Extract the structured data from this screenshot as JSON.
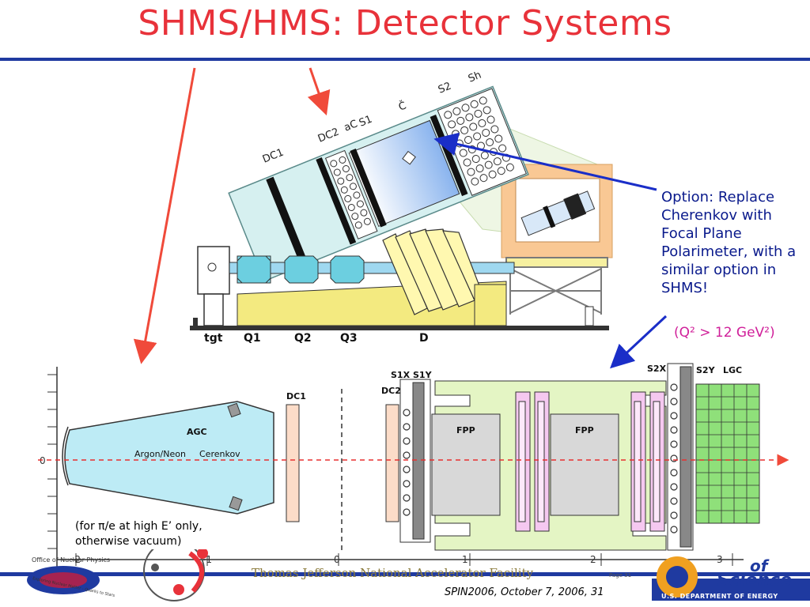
{
  "title": "SHMS/HMS: Detector Systems",
  "top_labels": {
    "dc1": "DC1",
    "dc2": "DC2",
    "ac": "aC",
    "s1": "S1",
    "c": "Č",
    "s2": "S2",
    "sh": "Sh",
    "tgt": "tgt",
    "q1": "Q1",
    "q2": "Q2",
    "q3": "Q3",
    "d": "D"
  },
  "option_note": "Option: Replace Cherenkov with Focal Plane Polarimeter, with a similar option in SHMS!",
  "q2_note": "(Q² > 12 GeV²)",
  "bottom_labels": {
    "dc1": "DC1",
    "agc": "AGC",
    "argon_neon": "Argon/Neon",
    "cerenkov": "Cerenkov",
    "s1x": "S1X",
    "s1y": "S1Y",
    "dc2": "DC2",
    "fpp1": "FPP",
    "fpp2": "FPP",
    "s2x": "S2X",
    "s2y": "S2Y",
    "lgc": "LGC"
  },
  "vacuum_note": "(for π/e at high E’ only, otherwise vacuum)",
  "axis": {
    "y_tick": "0",
    "x_ticks": [
      "-2",
      "-1",
      "0",
      "1",
      "2",
      "3"
    ]
  },
  "footer": {
    "nuclear_physics": "Office of Nuclear Physics",
    "motto": "Exploring Nuclear Matter - Quarks to Stars",
    "lab": "Thomas Jefferson National Accelerator Facility",
    "page": "Page 31",
    "conference": "SPIN2006, October 7, 2006, 31",
    "office_of": "of",
    "science": "Science",
    "doe": "U.S. DEPARTMENT OF ENERGY"
  },
  "colors": {
    "title": "#e8323a",
    "rule": "#1f3aa0",
    "note": "#0a1a8c",
    "q2": "#d0209a",
    "pointer_red": "#f04a3a",
    "pointer_blue": "#1a2ec8",
    "vacuum_box": "#bdebf5",
    "dc_fill": "#fcdcc8",
    "fpp_frame": "#e4f5c4",
    "lgc_fill": "#8fe07a"
  }
}
